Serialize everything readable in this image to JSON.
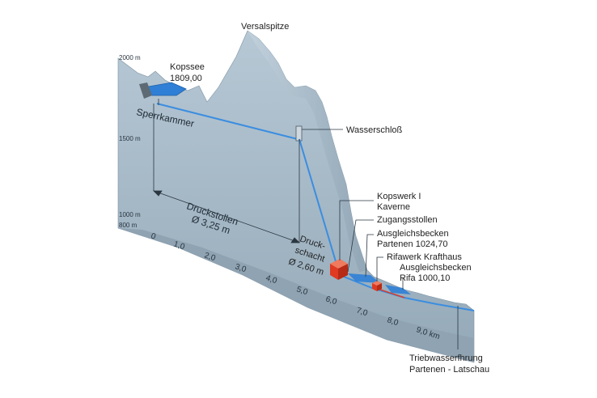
{
  "peak": {
    "label": "Versalspitze"
  },
  "lake": {
    "name": "Kopssee",
    "level": "1809,00"
  },
  "sperrkammer": {
    "label": "Sperrkammer"
  },
  "wasserschloss": {
    "label": "Wasserschloß"
  },
  "druckstollen": {
    "line1": "Druckstollen",
    "line2": "Ø 3,25 m"
  },
  "druckschacht": {
    "line1": "Druck-",
    "line2": "schacht",
    "line3": "Ø 2,60 m"
  },
  "kopswerk": {
    "line1": "Kopswerk I",
    "line2": "Kaverne"
  },
  "zugangsstollen": {
    "label": "Zugangsstollen"
  },
  "ausgleich_partenen": {
    "line1": "Ausgleichsbecken",
    "line2": "Partenen 1024,70"
  },
  "rifawerk": {
    "label": "Rifawerk Krafthaus"
  },
  "ausgleich_rifa": {
    "line1": "Ausgleichsbecken",
    "line2": "Rifa 1000,10"
  },
  "triebwasser": {
    "line1": "Triebwasserfhrung",
    "line2": "Partenen - Latschau"
  },
  "elevation_labels": [
    "2000 m",
    "1500 m",
    "1000 m",
    "800 m"
  ],
  "distance_labels": [
    "0",
    "1,0",
    "2,0",
    "3,0",
    "4,0",
    "5,0",
    "6,0",
    "7,0",
    "8,0",
    "9,0 km"
  ],
  "colors": {
    "rock_face": "#a9bccb",
    "rock_dark": "#7e92a1",
    "rock_top": "#cfdce6",
    "water": "#2f7fd6",
    "pipe": "#3b8de0",
    "powerhouse": "#e03a22"
  }
}
